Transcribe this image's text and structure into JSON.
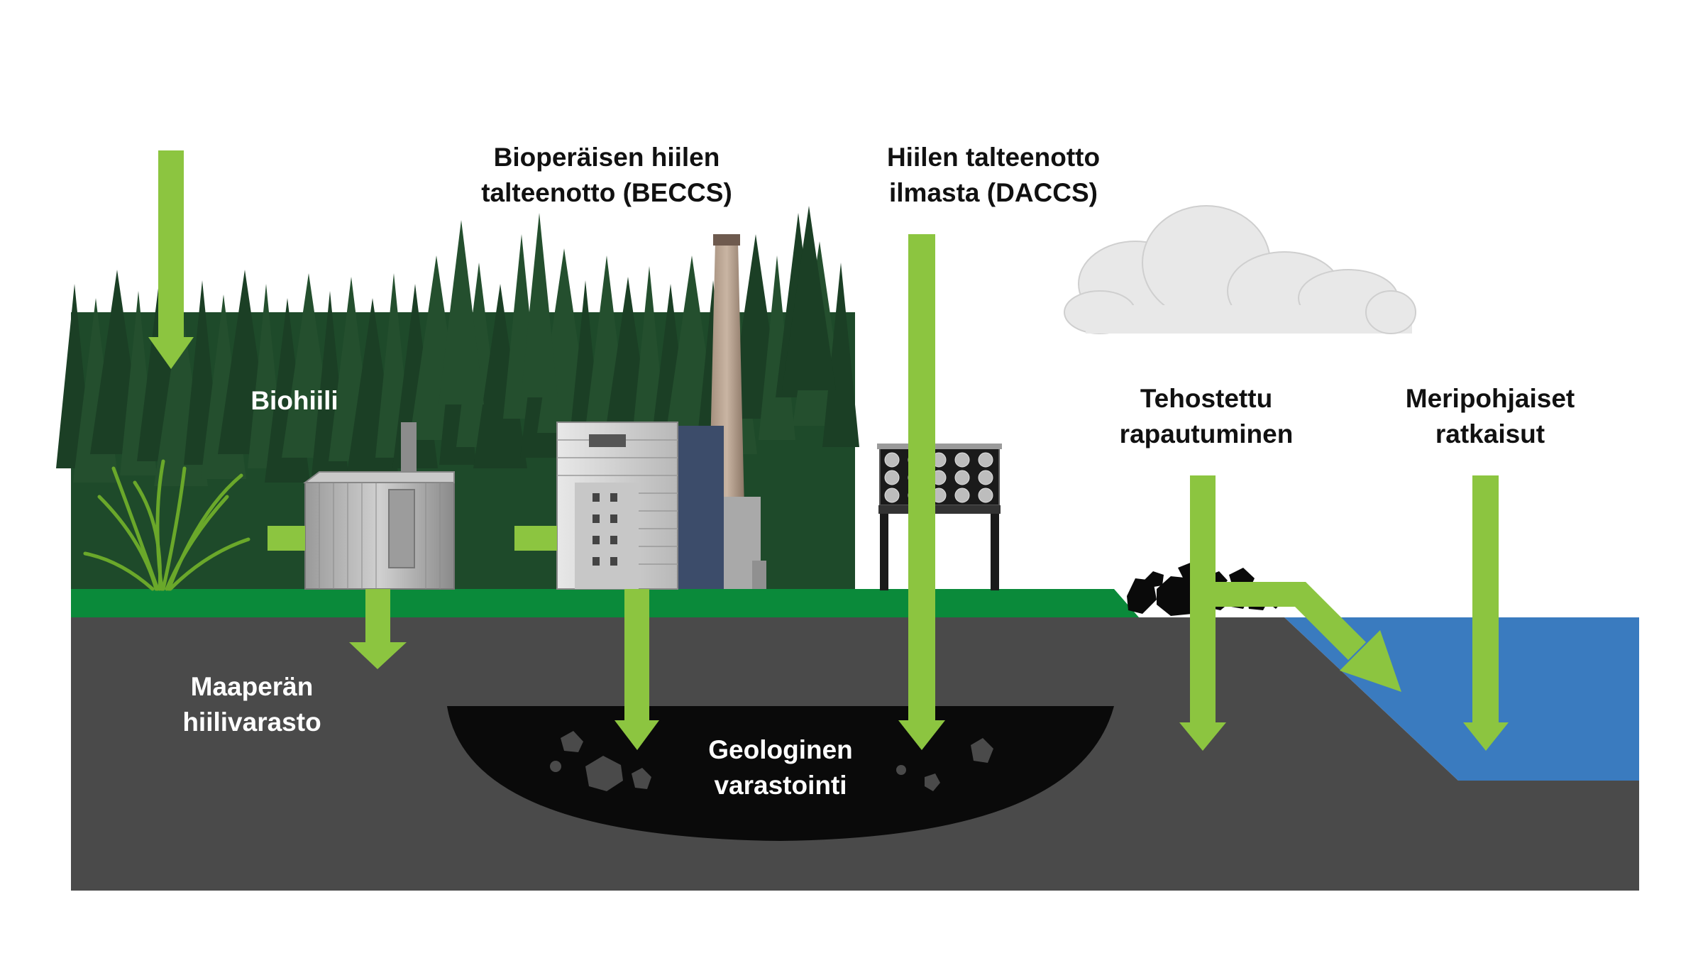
{
  "labels": {
    "biohiili": "Biohiili",
    "beccs_line1": "Bioperäisen hiilen",
    "beccs_line2": "talteenotto (BECCS)",
    "daccs_line1": "Hiilen talteenotto",
    "daccs_line2": "ilmasta (DACCS)",
    "weathering_line1": "Tehostettu",
    "weathering_line2": "rapautuminen",
    "ocean_line1": "Meripohjaiset",
    "ocean_line2": "ratkaisut",
    "soil_line1": "Maaperän",
    "soil_line2": "hiilivarasto",
    "geo_line1": "Geologinen",
    "geo_line2": "varastointi"
  },
  "colors": {
    "arrow_green": "#8cc540",
    "grass_green": "#0a8a3a",
    "soil_gray": "#4a4a4a",
    "geo_black": "#0a0a0a",
    "water_blue": "#3a7bbf",
    "forest_dark": "#1f4a2a",
    "label_dark": "#111111",
    "label_light": "#ffffff"
  },
  "icons": [
    "forest-icon",
    "grass-plant-icon",
    "pyrolysis-unit-icon",
    "power-plant-icon",
    "chimney-icon",
    "dac-fan-unit-icon",
    "cloud-icon",
    "rock-pile-icon"
  ]
}
